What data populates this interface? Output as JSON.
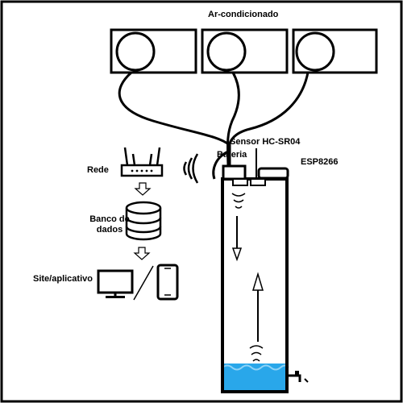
{
  "labels": {
    "ac": "Ar-condicionado",
    "sensor": "Sensor HC-SR04",
    "battery": "Bateria",
    "esp": "ESP8266",
    "router": "Rede",
    "database_line1": "Banco de",
    "database_line2": "dados",
    "app": "Site/aplicativo"
  },
  "icons": {
    "ac_units": [
      "ac-unit-icon",
      "ac-unit-icon",
      "ac-unit-icon"
    ],
    "router": "router-icon",
    "wifi": "wifi-signal-icon",
    "database": "database-icon",
    "monitor": "monitor-icon",
    "phone": "smartphone-icon",
    "arrow": "arrow-down-icon"
  },
  "colors": {
    "water": "#29a7ea",
    "ink": "#000000"
  }
}
